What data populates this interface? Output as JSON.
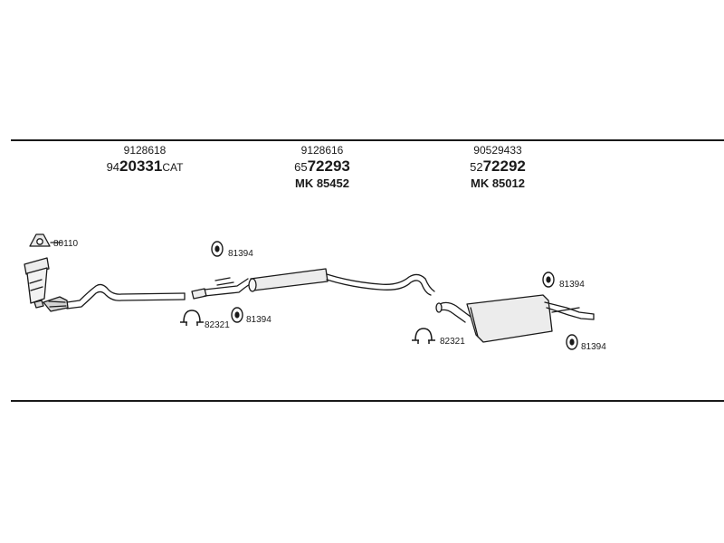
{
  "parts": [
    {
      "ref": "9128618",
      "prefix": "94",
      "number": "20331",
      "suffix": "CAT",
      "mk": ""
    },
    {
      "ref": "9128616",
      "prefix": "65",
      "number": "72293",
      "suffix": "",
      "mk": "MK  85452"
    },
    {
      "ref": "90529433",
      "prefix": "52",
      "number": "72292",
      "suffix": "",
      "mk": "MK  85012"
    }
  ],
  "callouts": {
    "gasket_front": "80110",
    "ring_mid_top": "81394",
    "clamp_mid": "82321",
    "ring_mid_bottom": "81394",
    "ring_rear_top": "81394",
    "clamp_rear": "82321",
    "ring_rear_bottom": "81394"
  }
}
